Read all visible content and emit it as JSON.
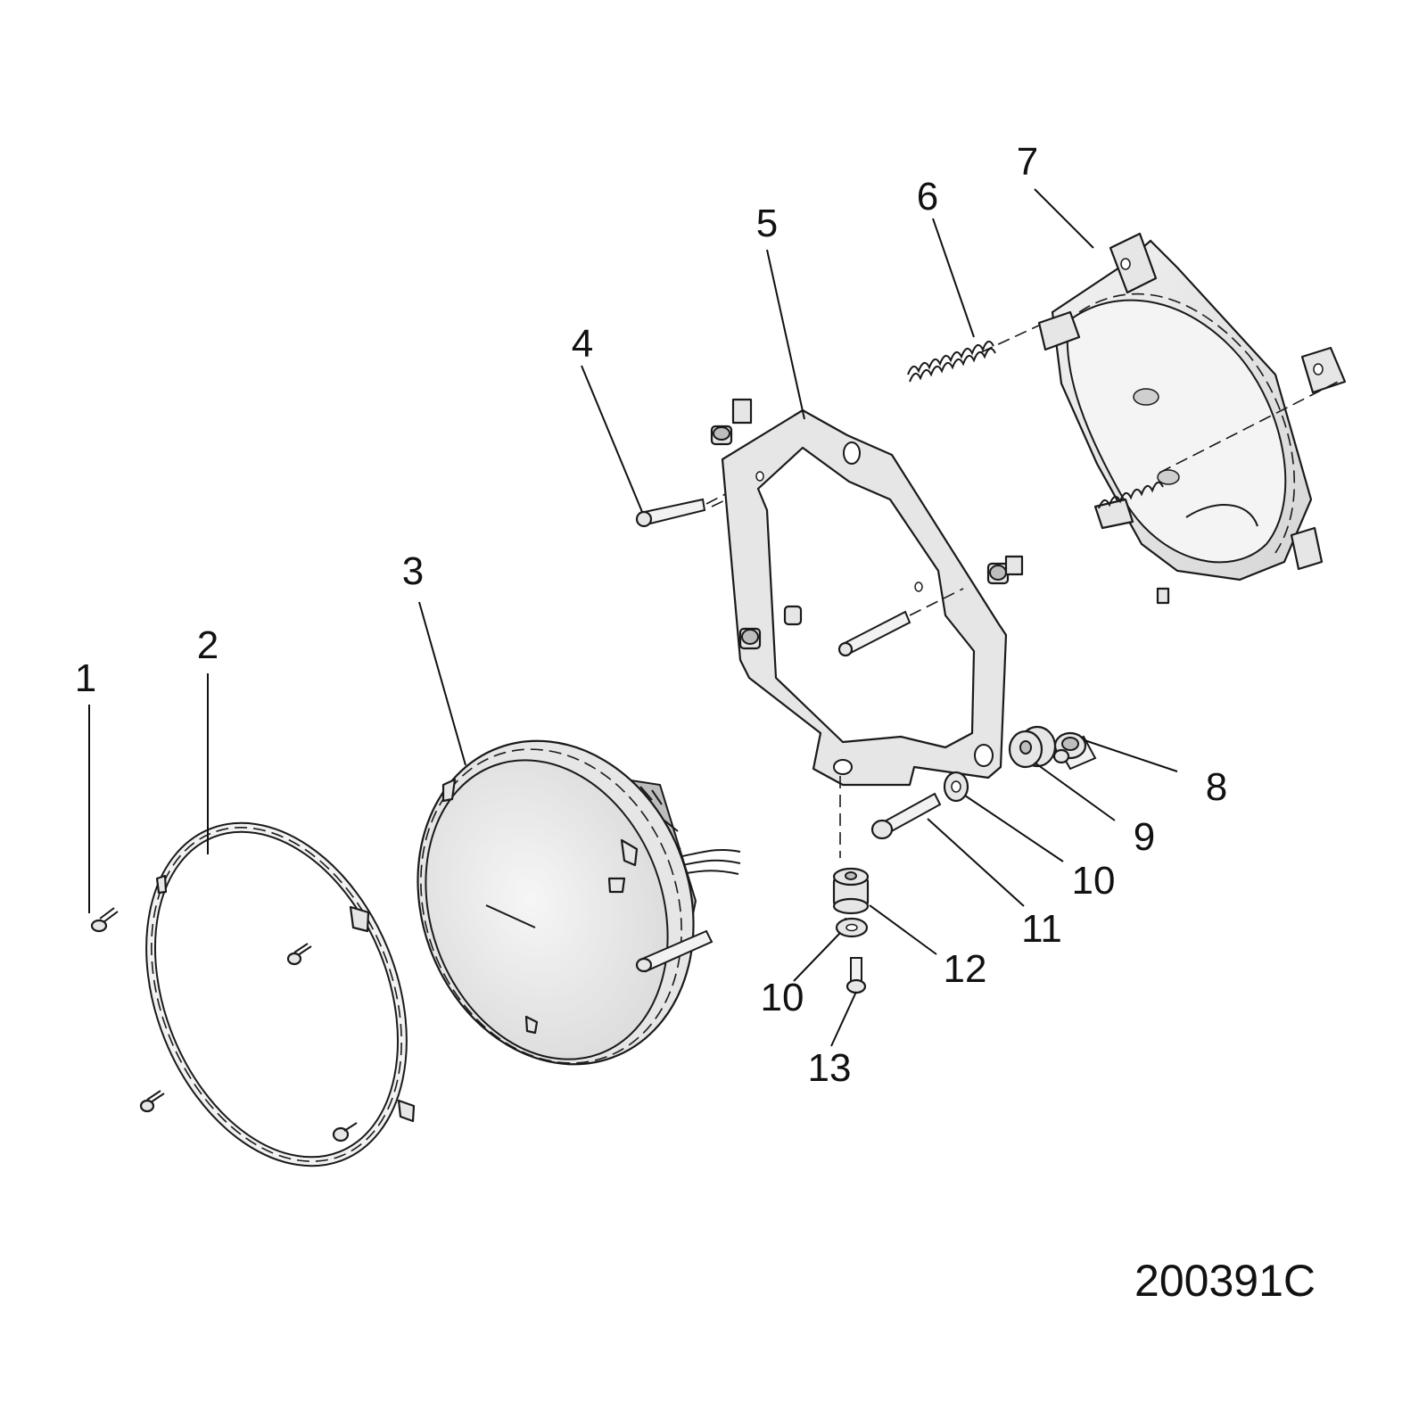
{
  "diagram": {
    "drawing_number": "200391C",
    "callouts": [
      "1",
      "2",
      "3",
      "4",
      "5",
      "6",
      "7",
      "8",
      "9",
      "10",
      "10",
      "11",
      "12",
      "13"
    ]
  }
}
